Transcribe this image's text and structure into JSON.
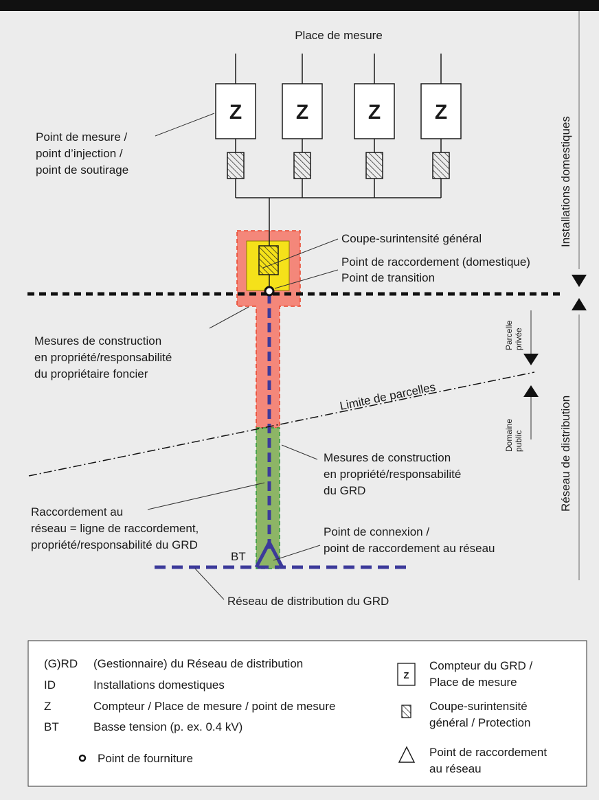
{
  "diagram": {
    "place_de_mesure": "Place de mesure",
    "meter_symbol": "Z",
    "meter_count": 4,
    "point_de_mesure": [
      "Point de mesure /",
      "point d’injection /",
      "point de soutirage"
    ],
    "installations_domestiques": "Installations domestiques",
    "reseau_de_distribution": "Réseau de distribution",
    "coupe_surintensite": "Coupe-surintensité général",
    "point_raccordement_domestique": "Point de raccordement (domestique)",
    "point_transition": "Point de transition",
    "mesures_proprietaire": [
      "Mesures de construction",
      "en propriété/responsabilité",
      "du propriétaire foncier"
    ],
    "parcelle_privee": [
      "Parcelle",
      "privée"
    ],
    "domaine_public": [
      "Domaine",
      "public"
    ],
    "limite_parcelles": "Limite de parcelles",
    "mesures_grd": [
      "Mesures de construction",
      "en propriété/responsabilité",
      "du GRD"
    ],
    "raccordement_reseau": [
      "Raccordement au",
      "réseau = ligne de raccordement,",
      "propriété/responsabilité du GRD"
    ],
    "bt": "BT",
    "point_connexion": [
      "Point de connexion /",
      "point de raccordement au réseau"
    ],
    "reseau_distribution_grd": "Réseau de distribution du GRD",
    "colors": {
      "red_zone": "#f4877a",
      "red_dash": "#e8432a",
      "yellow_box": "#f5e11a",
      "green_zone": "#8db566",
      "green_dash": "#2f9a3c",
      "blue_line": "#3c3a9a"
    }
  },
  "legend": {
    "abbreviations": [
      {
        "abbr": "(G)RD",
        "desc": "(Gestionnaire) du Réseau de distribution"
      },
      {
        "abbr": "ID",
        "desc": "Installations domestiques"
      },
      {
        "abbr": "Z",
        "desc": "Compteur / Place de mesure / point de mesure"
      },
      {
        "abbr": "BT",
        "desc": "Basse tension (p. ex. 0.4 kV)"
      }
    ],
    "point_fourniture": "Point de fourniture",
    "symbols": [
      {
        "icon": "meter-icon",
        "glyph": "Z",
        "lines": [
          "Compteur du GRD /",
          "Place  de mesure"
        ]
      },
      {
        "icon": "fuse-icon",
        "lines": [
          "Coupe-surintensité",
          "général / Protection"
        ]
      },
      {
        "icon": "triangle-icon",
        "lines": [
          "Point de raccordement",
          "au réseau"
        ]
      }
    ]
  }
}
